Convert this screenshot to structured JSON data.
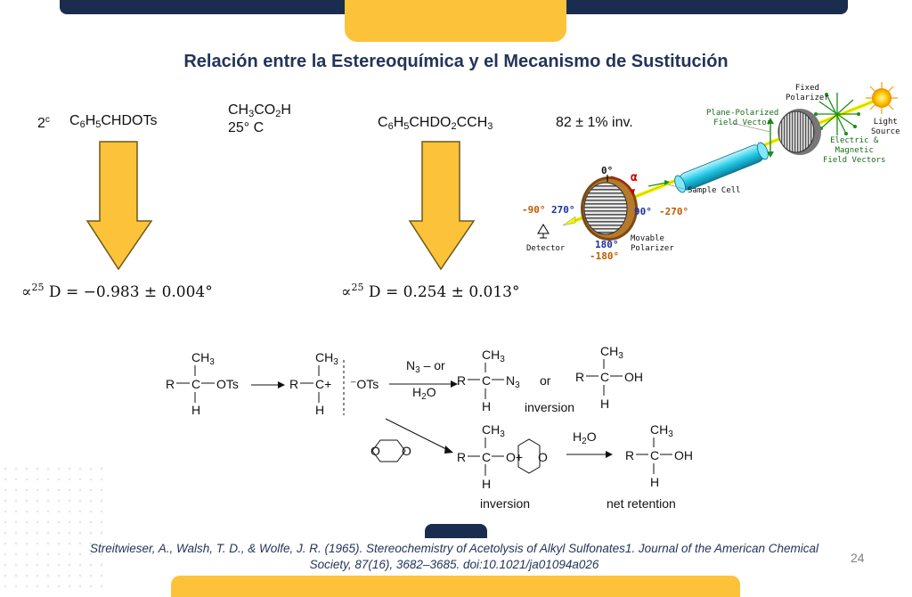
{
  "title": "Relación entre la Estereoquímica y el Mecanismo de Sustitución",
  "reaction": {
    "two_c": "2",
    "two_c_sup": "c",
    "reagent": {
      "a": "C",
      "s1": "6",
      "b": "H",
      "s2": "5",
      "c": "CHDOTs"
    },
    "conditions_line1": {
      "a": "CH",
      "s1": "3",
      "b": "CO",
      "s2": "2",
      "c": "H"
    },
    "conditions_line2": "25° C",
    "product": {
      "a": "C",
      "s1": "6",
      "b": "H",
      "s2": "5",
      "c": "CHDO",
      "s3": "2",
      "d": "CCH",
      "s4": "3"
    },
    "inversion_text": "82 ± 1% inv."
  },
  "rotation": {
    "left": {
      "sym": "∝",
      "sup": "25",
      "rest": " D = −0.983 ± 0.004°"
    },
    "right": {
      "sym": "∝",
      "sup": "25",
      "rest": " D = 0.254 ± 0.013°"
    }
  },
  "polarimeter": {
    "fixed_polarizer": [
      "Fixed",
      "Polarizer"
    ],
    "plane_polarized": [
      "Plane-Polarized",
      "Field Vector"
    ],
    "light_source": [
      "Light",
      "Source"
    ],
    "em_vectors": [
      "Electric &",
      "Magnetic",
      "Field Vectors"
    ],
    "sample_cell": "Sample Cell",
    "movable_polarizer": [
      "Movable",
      "Polarizer"
    ],
    "detector": "Detector",
    "deg_0": "0°",
    "deg_alpha": "α",
    "deg_neg90": "-90°",
    "deg_270": "270°",
    "deg_90": "90°",
    "deg_neg270": "-270°",
    "deg_180": "180°",
    "deg_neg180": "-180°"
  },
  "mechanism": {
    "ch3": {
      "a": "CH",
      "s": "3"
    },
    "R": "R",
    "C": "C",
    "H": "H",
    "OTs": "OTs",
    "Cplus": "C+",
    "minus_OTs": "⁻OTs",
    "reagent_top": {
      "a": "N",
      "s": "3",
      "b": " – or"
    },
    "reagent_bottom": {
      "a": "H",
      "s": "2",
      "b": "O"
    },
    "N3": {
      "a": "N",
      "s": "3"
    },
    "or": "or",
    "OH": "OH",
    "O_plus": "O+",
    "O": "O",
    "h2o": {
      "a": "H",
      "s": "2",
      "b": "O"
    },
    "inversion": "inversion",
    "net_retention": "net retention"
  },
  "citation": "Streitwieser, A., Walsh, T. D., & Wolfe, J. R. (1965). Stereochemistry of Acetolysis of Alkyl Sulfonates1. Journal of the American Chemical Society, 87(16), 3682–3685. doi:10.1021/ja01094a026",
  "page_number": "24",
  "colors": {
    "navy": "#1b2d4f",
    "gold": "#fcc33a",
    "title": "#23345a",
    "arrow": "#fcc33a"
  }
}
